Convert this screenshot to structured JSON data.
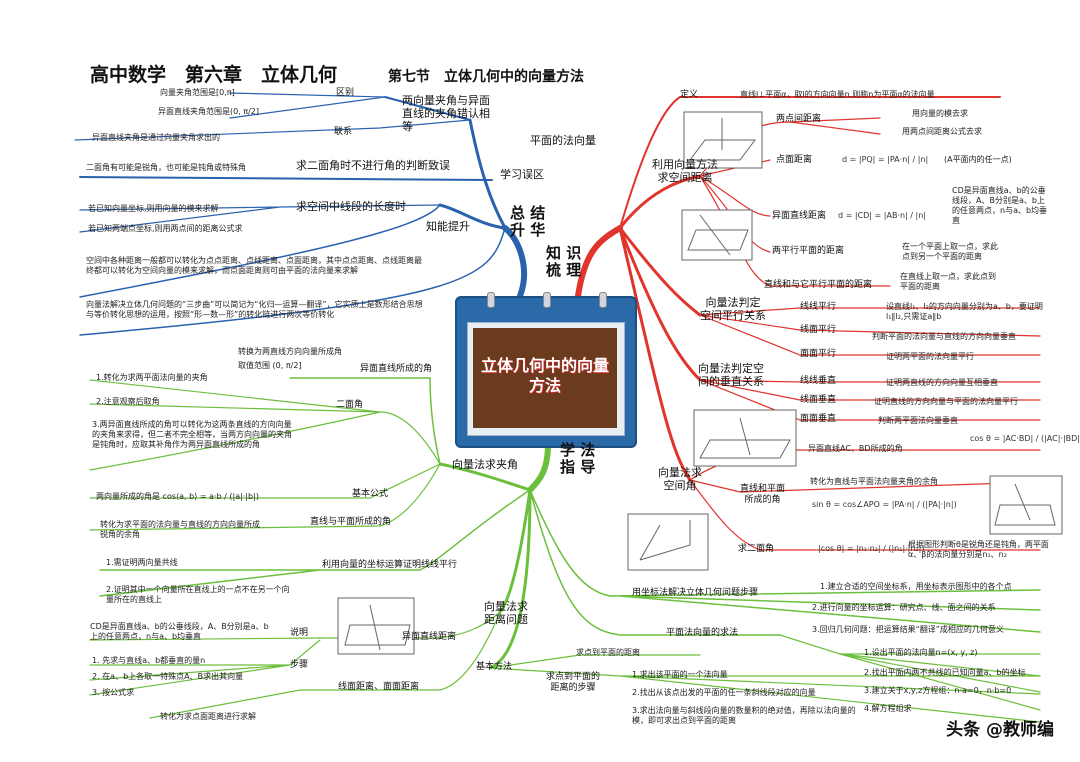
{
  "title": "高中数学　第六章　立体几何",
  "subtitle": "第七节　立体几何中的向量方法",
  "center": "立体几何中的向量方法",
  "hubs": {
    "summary": "总 结\n升 华",
    "knowledge": "知 识\n梳 理",
    "method": "学 法\n指 导"
  },
  "summary": {
    "misconceptions": "学习误区",
    "angle_confusion": "两向量夹角与异面直线的夹角错认相等",
    "difference": "区别",
    "range_vector": "向量夹角范围是[0,π]",
    "range_skew": "异面直线夹角范围是(0, π/2]",
    "relation": "联系",
    "relation_text": "异面直线夹角是通过向量夹角求出的",
    "dihedral_error": "求二面角时不进行角的判断致误",
    "dihedral_note": "二面角有可能是锐角，也可能是钝角或特殊角",
    "ability": "知能提升",
    "segment_length": "求空间中线段的长度时",
    "seg_known_coord": "若已知向量坐标,则用向量的模来求解",
    "seg_known_points": "若已知两端点坐标,则用两点间的距离公式求",
    "distance_text": "空间中各种距离一般都可以转化为点点距离、点线距离、点面距离，其中点点距离、点线距离最终都可以转化为空间向量的模来求解，而点面距离则可由平面的法向量来求解",
    "three_steps": "向量法解决立体几何问题的“三步曲”可以简记为“化归—运算—翻译”，它实质上是数形结合思想与等价转化思想的运用，按照“形—数—形”的转化链进行两次等价转化"
  },
  "knowledge": {
    "normal_vector": "平面的法向量",
    "definition": "定义",
    "definition_text": "直线l⊥平面α，取l的方向向量n,则称n为平面α的法向量",
    "distance": "利用向量方法\n求空间距离",
    "two_points": "两点间距离",
    "two_points_a": "用向量的模去求",
    "two_points_b": "用两点间距离公式去求",
    "point_plane": "点面距离",
    "point_plane_formula": "d = |PQ| = |PA·n| / |n|",
    "point_plane_note": "(A平面内的任一点)",
    "skew_lines": "异面直线距离",
    "skew_formula": "d = |CD| = |AB·n| / |n|",
    "skew_note": "CD是异面直线a、b的公垂线段，A、B分别是a、b上的任意两点，n与a、b均垂直",
    "parallel_planes": "两平行平面的距离",
    "parallel_planes_note": "在一个平面上取一点，求此点到另一个平面的距离",
    "line_plane": "直线和与它平行平面的距离",
    "line_plane_note": "在直线上取一点，求此点到平面的距离",
    "parallel_judge": "向量法判定\n空间平行关系",
    "line_line_par": "线线平行",
    "line_line_par_note": "设直线l₁、l₂的方向向量分别为a、b，要证明l₁∥l₂,只需证a∥b",
    "line_plane_par": "线面平行",
    "line_plane_par_note": "判断平面的法向量与直线的方向向量垂直",
    "plane_plane_par": "面面平行",
    "plane_plane_par_note": "证明两平面的法向量平行",
    "perp_judge": "向量法判定空\n间的垂直关系",
    "line_line_perp": "线线垂直",
    "line_line_perp_note": "证明两直线的方向向量互相垂直",
    "line_plane_perp": "线面垂直",
    "line_plane_perp_note": "证明直线的方向向量与平面的法向量平行",
    "plane_plane_perp": "面面垂直",
    "plane_plane_perp_note": "判断两平面法向量垂直",
    "angle": "向量法求\n空间角",
    "skew_angle": "异面直线AC、BD所成的角",
    "skew_angle_formula": "cos θ = |AC·BD| / (|AC|·|BD|)",
    "lp_angle": "直线和平面\n所成的角",
    "lp_angle_note": "转化为直线与平面法向量夹角的余角",
    "lp_angle_formula": "sin θ = cos∠APO = |PA·n| / (|PA|·|n|)",
    "dihedral": "求二面角",
    "dihedral_formula": "|cos θ| = |n₁·n₂| / (|n₁|·|n₂|)",
    "dihedral_note": "根据图形判断θ是锐角还是钝角，两平面α、β的法向量分别是n₁、n₂"
  },
  "method": {
    "angles": "向量法求夹角",
    "skew_angle": "异面直线所成的角",
    "skew_angle_note": "转换为两直线方向向量所成角",
    "skew_range": "取值范围 (0, π/2]",
    "dihedral": "二面角",
    "d1": "1.转化为求两平面法向量的夹角",
    "d2": "2.注意观察后取角",
    "d3": "3.两异面直线所成的角可以转化为这两条直线的方向向量的夹角来求得，但二者不完全相等，当两方向向量的夹角是钝角时，应取其补角作为两异面直线所成的角",
    "basic_formula": "基本公式",
    "basic_formula_text": "两向量所成的角是 cos⟨a, b⟩ = a·b / (|a|·|b|)",
    "lp_angle": "直线与平面所成的角",
    "lp_angle_note": "转化为求平面的法向量与直线的方向向量所成锐角的余角",
    "coord_parallel": "利用向量的坐标运算证明线线平行",
    "cp1": "1.需证明两向量共线",
    "cp2": "2.证明其中一个向量所在直线上的一点不在另一个向量所在的直线上",
    "distance": "向量法求\n距离问题",
    "skew_distance": "异面直线距离",
    "explain": "说明",
    "explain_text": "CD是异面直线a、b的公垂线段，A、B分别是a、b上的任意两点，n与a、b均垂直",
    "steps": "步骤",
    "s1": "1. 先求与直线a、b都垂直的量n",
    "s2": "2. 在a、b上各取一特殊点A、B求出其向量",
    "s3": "3. 按公式求",
    "face_distance": "线面距离、面面距离",
    "face_distance_note": "转化为求点面距离进行求解",
    "coord_steps": "用坐标法解决立体几何问题步骤",
    "cs1": "1.建立合适的空间坐标系，用坐标表示图形中的各个点",
    "cs2": "2.进行向量的坐标运算：研究点、线、面之间的关系",
    "cs3": "3.回归几何问题：把运算结果“翻译”成相应的几何意义",
    "normal_method": "平面法向量的求法",
    "nm1": "1.设出平面的法向量n=(x, y, z)",
    "nm2": "2.找出平面内两不共线的已知向量a、b的坐标",
    "nm3": "3.建立关于x,y,z方程组：n·a=0，n·b=0",
    "nm4": "4.解方程组求",
    "basic_method": "基本方法",
    "point_plane": "求点到平面的距离",
    "pp_steps": "求点到平面的\n距离的步骤",
    "pp1": "1.求出该平面的一个法向量",
    "pp2": "2.找出从该点出发的平面的任一条斜线段对应的向量",
    "pp3": "3.求出法向量与斜线段向量的数量积的绝对值，再除以法向量的模，即可求出点到平面的距离"
  },
  "watermark": "头条 @教师编",
  "colors": {
    "blue": "#2a62b0",
    "red": "#e0342c",
    "green": "#6cbf3c"
  }
}
